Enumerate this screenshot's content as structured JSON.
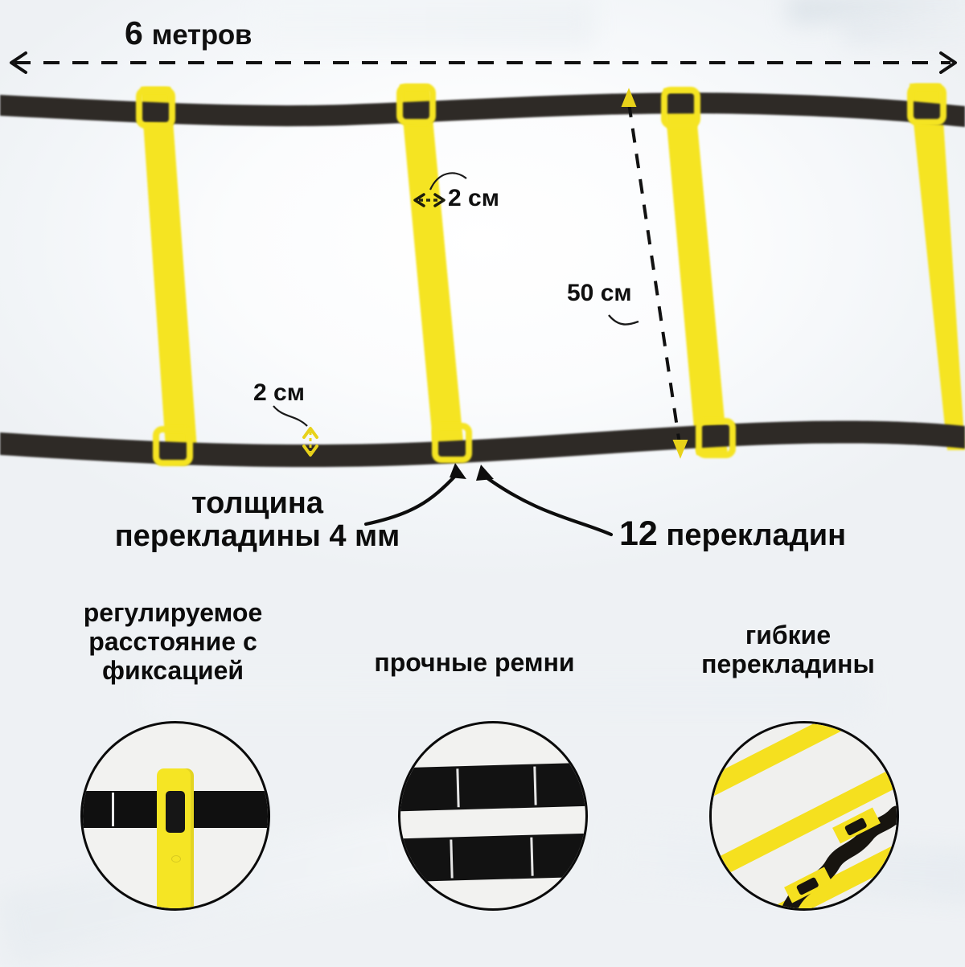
{
  "diagram": {
    "overall_length": {
      "value": "6",
      "unit": "метров"
    },
    "rung_width": "2 см",
    "rung_spacing": "50 см",
    "strap_width": "2 см",
    "thickness_note_line1": "толщина",
    "thickness_note_line2": "перекладины 4 мм",
    "rung_count_number": "12",
    "rung_count_word": "перекладин"
  },
  "features": [
    {
      "id": "adjustable",
      "caption_lines": [
        "регулируемое",
        "расстояние с",
        "фиксацией"
      ],
      "photo": "yellow-rung-with-strap-slot"
    },
    {
      "id": "straps",
      "caption_lines": [
        "прочные ремни"
      ],
      "photo": "two-black-webbing-straps"
    },
    {
      "id": "flexible-rungs",
      "caption_lines": [
        "гибкие",
        "перекладины"
      ],
      "photo": "yellow-rungs-with-black-strap"
    }
  ],
  "colors": {
    "rung_yellow": "#f5e422",
    "strap_black": "#2f2b26",
    "text_black": "#0c0c0c",
    "background": "#eef1f4",
    "arrow_yellow": "#e8d21a"
  }
}
